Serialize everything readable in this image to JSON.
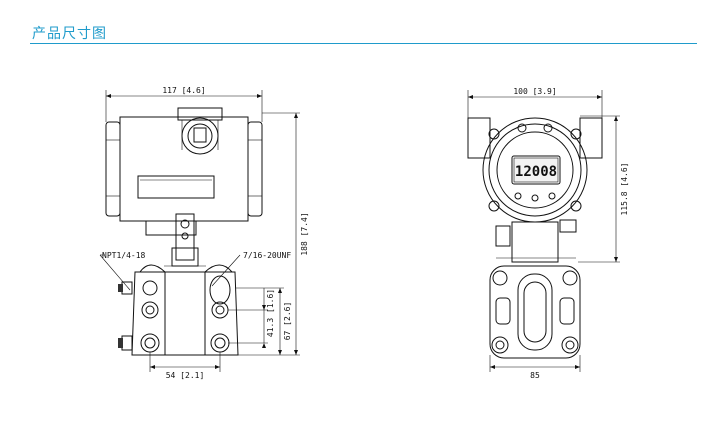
{
  "header": {
    "title": "产品尺寸图"
  },
  "front_view": {
    "width_label": "117 [4.6]",
    "height_label": "188 [7.4]",
    "bolt_spacing_label": "41.3 [1.6]",
    "flange_height_label": "67 [2.6]",
    "bottom_width_label": "54 [2.1]",
    "npt_label": "NPT1/4-18",
    "thread_label": "7/16-20UNF"
  },
  "side_view": {
    "width_label": "100 [3.9]",
    "height_label": "115.8 [4.6]",
    "bottom_width_label": "85",
    "display_value": "12008"
  },
  "colors": {
    "accent": "#1f9bcb",
    "line": "#111111"
  }
}
